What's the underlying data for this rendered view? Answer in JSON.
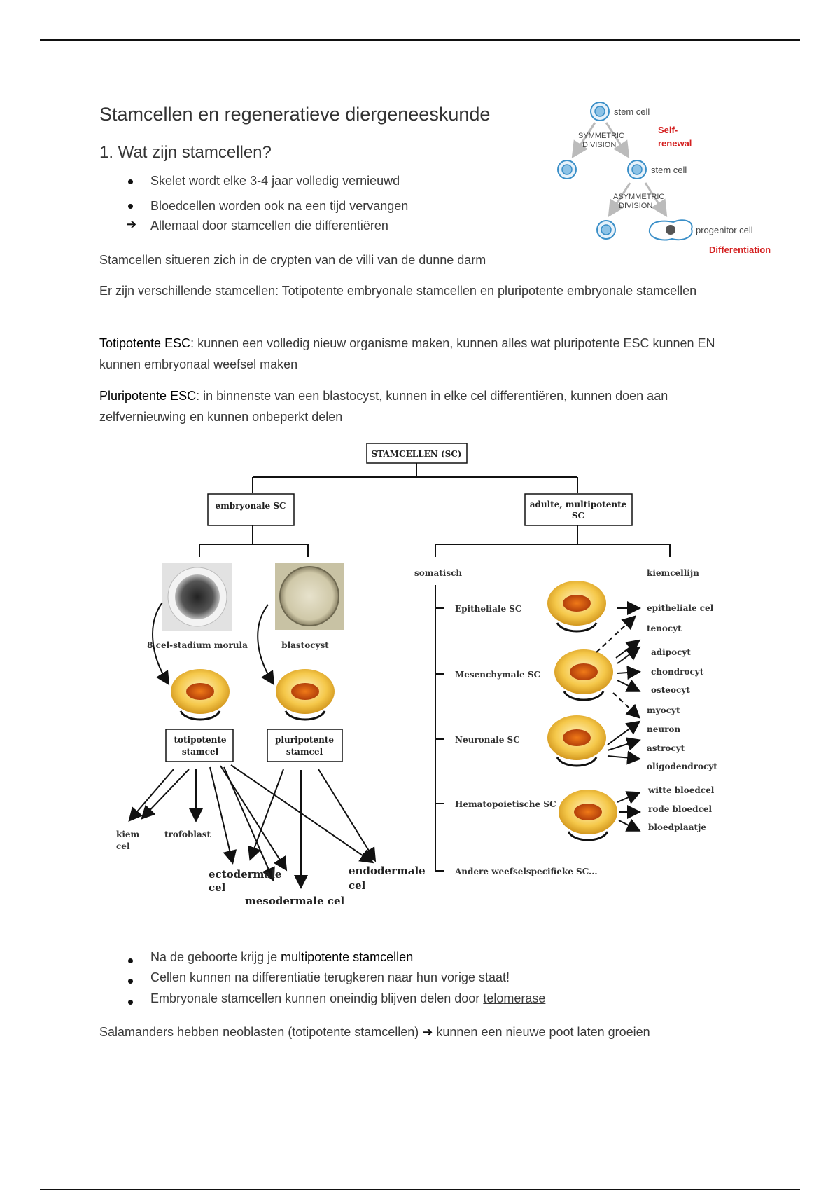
{
  "title": "Stamcellen en regeneratieve diergeneeskunde",
  "section1": "1.  Wat zijn stamcellen?",
  "bullets1": [
    "Skelet wordt elke 3-4 jaar volledig vernieuwd",
    "Bloedcellen worden ook na een tijd vervangen",
    "Allemaal door stamcellen die differentiëren"
  ],
  "arrow_glyph": "➔",
  "para_crypt": "Stamcellen situeren zich in de crypten van de villi van de dunne darm",
  "para_types": "Er zijn verschillende stamcellen: Totipotente embryonale stamcellen en pluripotente embryonale stamcellen",
  "toti": {
    "term": "Totipotente ESC",
    "text": ": kunnen een volledig nieuw organisme maken, kunnen alles wat pluripotente ESC kunnen EN kunnen embryonaal weefsel maken"
  },
  "pluri": {
    "term": "Pluripotente ESC",
    "text": ": in binnenste van een blastocyst, kunnen in elke cel differentiëren, kunnen doen aan zelfvernieuwing en kunnen onbeperkt delen"
  },
  "division_figure": {
    "stem_cell_top": "stem cell",
    "symmetric": [
      "SYMMETRIC",
      "DIVISION"
    ],
    "self_renewal": [
      "Self-",
      "renewal"
    ],
    "stem_cell_mid": "stem cell",
    "asymmetric": [
      "ASYMMETRIC",
      "DIVISION"
    ],
    "progenitor": "progenitor cell",
    "differentiation": "Differentiation",
    "red_color": "#d42020",
    "blue_color": "#3a8fc8"
  },
  "diagram": {
    "root": "STAMCELLEN (SC)",
    "embryonal": "embryonale SC",
    "adult": [
      "adulte, multipotente",
      "SC"
    ],
    "morula": "8 cel-stadium morula",
    "blastocyst": "blastocyst",
    "toti_box": [
      "totipotente",
      "stamcel"
    ],
    "pluri_box": [
      "pluripotente",
      "stamcel"
    ],
    "kiem": [
      "kiem",
      "cel"
    ],
    "trofoblast": "trofoblast",
    "ectodermal": [
      "ectodermale",
      "cel"
    ],
    "mesodermal": "mesodermale cel",
    "endodermal": [
      "endodermale",
      "cel"
    ],
    "somatisch": "somatisch",
    "kiemcellijn": "kiemcellijn",
    "epithelial": "Epitheliale SC",
    "mesenchymal": "Mesenchymale SC",
    "neuronal": "Neuronale SC",
    "hematopoietic": "Hematopoietische SC",
    "other": "Andere weefselspecifieke SC...",
    "products_epi": [
      "epitheliale cel",
      "tenocyt"
    ],
    "products_mes": [
      "adipocyt",
      "chondrocyt",
      "osteocyt",
      "myocyt"
    ],
    "products_neu": [
      "neuron",
      "astrocyt",
      "oligodendrocyt"
    ],
    "products_hem": [
      "witte bloedcel",
      "rode bloedcel",
      "bloedplaatje"
    ]
  },
  "bullets2": [
    {
      "pre": "Na de geboorte krijg je ",
      "term": "multipotente stamcellen"
    },
    {
      "pre": "Cellen kunnen na differentiatie terugkeren naar hun vorige staat!"
    },
    {
      "pre": "Embryonale stamcellen kunnen oneindig blijven delen door ",
      "under": "telomerase"
    }
  ],
  "salamander": {
    "pre": "Salamanders hebben neoblasten (totipotente stamcellen) ",
    "arrow": "➔",
    "post": " kunnen een nieuwe poot laten groeien"
  }
}
